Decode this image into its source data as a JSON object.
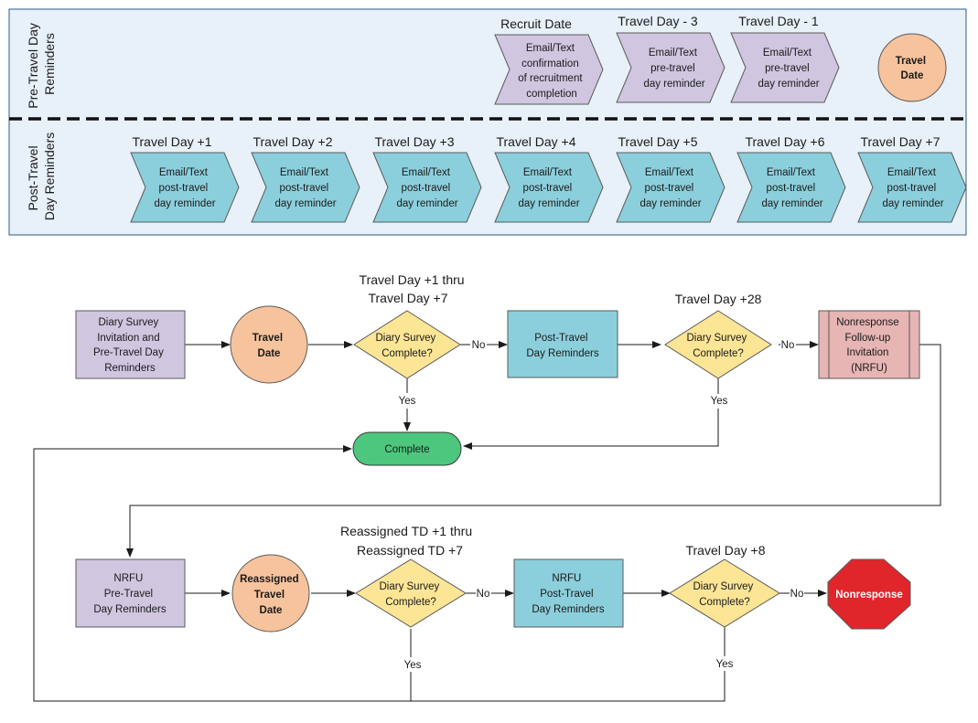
{
  "swimlane": {
    "pre_lane_label": [
      "Pre-Travel Day",
      "Reminders"
    ],
    "post_lane_label": [
      "Post-Travel",
      "Day Reminders"
    ],
    "pre_steps": [
      {
        "title": "Recruit Date",
        "text": [
          "Email/Text",
          "confirmation",
          "of recruitment",
          "completion"
        ]
      },
      {
        "title": "Travel Day - 3",
        "text": [
          "Email/Text",
          "pre-travel",
          "day reminder"
        ]
      },
      {
        "title": "Travel Day - 1",
        "text": [
          "Email/Text",
          "pre-travel",
          "day reminder"
        ]
      }
    ],
    "travel_date": [
      "Travel",
      "Date"
    ],
    "post_steps": [
      {
        "title": "Travel Day +1",
        "text": [
          "Email/Text",
          "post-travel",
          "day reminder"
        ]
      },
      {
        "title": "Travel Day +2",
        "text": [
          "Email/Text",
          "post-travel",
          "day reminder"
        ]
      },
      {
        "title": "Travel Day +3",
        "text": [
          "Email/Text",
          "post-travel",
          "day reminder"
        ]
      },
      {
        "title": "Travel Day +4",
        "text": [
          "Email/Text",
          "post-travel",
          "day reminder"
        ]
      },
      {
        "title": "Travel Day +5",
        "text": [
          "Email/Text",
          "post-travel",
          "day reminder"
        ]
      },
      {
        "title": "Travel Day +6",
        "text": [
          "Email/Text",
          "post-travel",
          "day reminder"
        ]
      },
      {
        "title": "Travel Day +7",
        "text": [
          "Email/Text",
          "post-travel",
          "day reminder"
        ]
      }
    ]
  },
  "flow": {
    "invitation": [
      "Diary Survey",
      "Invitation and",
      "Pre-Travel Day",
      "Reminders"
    ],
    "travel_date": [
      "Travel",
      "Date"
    ],
    "decision_1_header": [
      "Travel Day +1 thru",
      "Travel Day +7"
    ],
    "decision_1": [
      "Diary Survey",
      "Complete?"
    ],
    "post_reminders": [
      "Post-Travel",
      "Day Reminders"
    ],
    "decision_2_header": "Travel Day +28",
    "decision_2": [
      "Diary Survey",
      "Complete?"
    ],
    "nrfu_invitation": [
      "Nonresponse",
      "Follow-up",
      "Invitation",
      "(NRFU)"
    ],
    "complete": "Complete",
    "nrfu_pre": [
      "NRFU",
      "Pre-Travel",
      "Day  Reminders"
    ],
    "reassigned_date": [
      "Reassigned",
      "Travel",
      "Date"
    ],
    "decision_3_header": [
      "Reassigned TD +1 thru",
      "Reassigned TD +7"
    ],
    "decision_3": [
      "Diary Survey",
      "Complete?"
    ],
    "nrfu_post": [
      "NRFU",
      "Post-Travel",
      "Day Reminders"
    ],
    "decision_4_header": "Travel Day +8",
    "decision_4": [
      "Diary Survey",
      "Complete?"
    ],
    "nonresponse": "Nonresponse",
    "no_label": "No",
    "yes_label": "Yes"
  },
  "colors": {
    "lavender": "#d0c6e0",
    "teal": "#8ccfdc",
    "orange": "#f7c39c",
    "yellow": "#fde596",
    "green": "#4cc77d",
    "pink": "#e6b5b4",
    "red": "#e0262b",
    "lane_bg": "#e8f1f9"
  }
}
